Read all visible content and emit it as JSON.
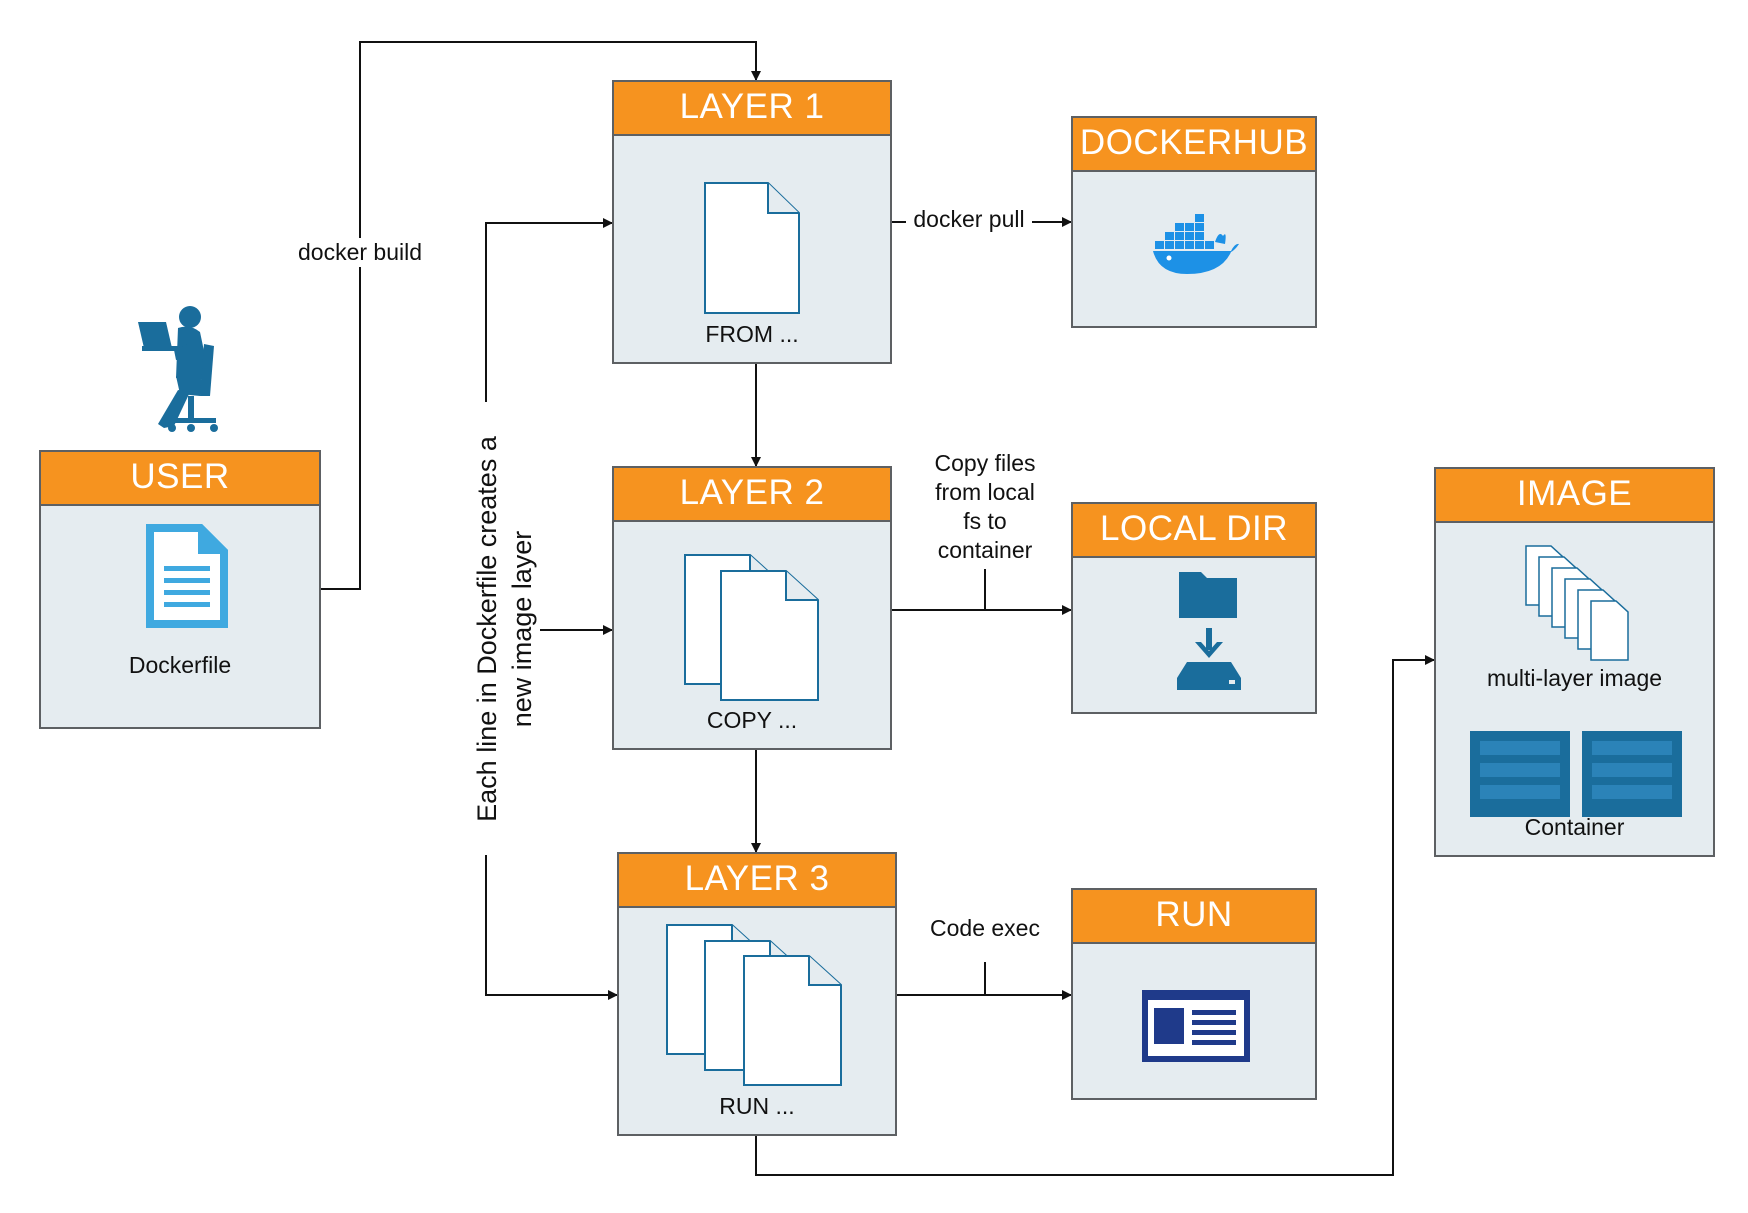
{
  "boxes": {
    "user": {
      "title": "USER",
      "caption": "Dockerfile"
    },
    "layer1": {
      "title": "LAYER 1",
      "caption": "FROM ..."
    },
    "layer2": {
      "title": "LAYER 2",
      "caption": "COPY ..."
    },
    "layer3": {
      "title": "LAYER 3",
      "caption": "RUN ..."
    },
    "dockerhub": {
      "title": "DOCKERHUB"
    },
    "localdir": {
      "title": "LOCAL DIR"
    },
    "run": {
      "title": "RUN"
    },
    "image": {
      "title": "IMAGE",
      "caption_multilayer": "multi-layer image",
      "caption_container": "Container"
    }
  },
  "edges": {
    "docker_build": "docker build",
    "docker_pull": "docker pull",
    "copy_files": [
      "Copy files",
      "from local",
      "fs to",
      "container"
    ],
    "code_exec": "Code exec",
    "each_line": [
      "Each line in Dockerfile creates a",
      "new image layer"
    ]
  },
  "icons": {
    "user": "person-at-laptop-icon",
    "dockerfile": "document-icon",
    "dockerhub": "docker-whale-icon",
    "localdir": "folder-download-icon",
    "run": "application-window-icon",
    "container": "container-icon"
  },
  "colors": {
    "header": "#f6931f",
    "box_fill": "#e5ecf0",
    "border": "#5d6063",
    "icon_blue": "#1a6d9c",
    "doc_blue": "#3fa9e0",
    "docker_blue": "#1d91e6",
    "window_navy": "#1f3a8a"
  }
}
